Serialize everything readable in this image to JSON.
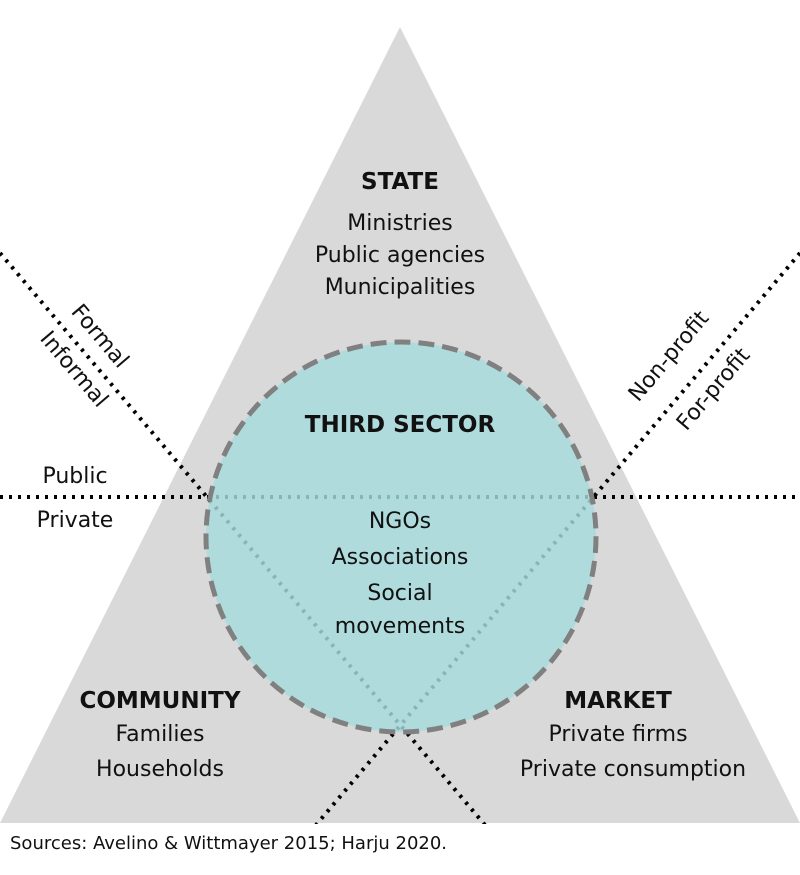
{
  "colors": {
    "triangle": "#d9d9d9",
    "circle": "#a6dcdd",
    "circle_stroke": "#808080",
    "lines": "#000000"
  },
  "state": {
    "title": "STATE",
    "items": [
      "Ministries",
      "Public agencies",
      "Municipalities"
    ]
  },
  "third_sector": {
    "title": "THIRD SECTOR",
    "items": [
      "NGOs",
      "Associations",
      "Social",
      "movements"
    ]
  },
  "community": {
    "title": "COMMUNITY",
    "items": [
      "Families",
      "Households"
    ]
  },
  "market": {
    "title": "MARKET",
    "items": [
      "Private firms",
      "Private consumption"
    ]
  },
  "axes": {
    "formal": "Formal",
    "informal": "Informal",
    "public": "Public",
    "private": "Private",
    "non_profit": "Non-profit",
    "for_profit": "For-profit"
  },
  "source": "Sources: Avelino & Wittmayer 2015; Harju 2020."
}
